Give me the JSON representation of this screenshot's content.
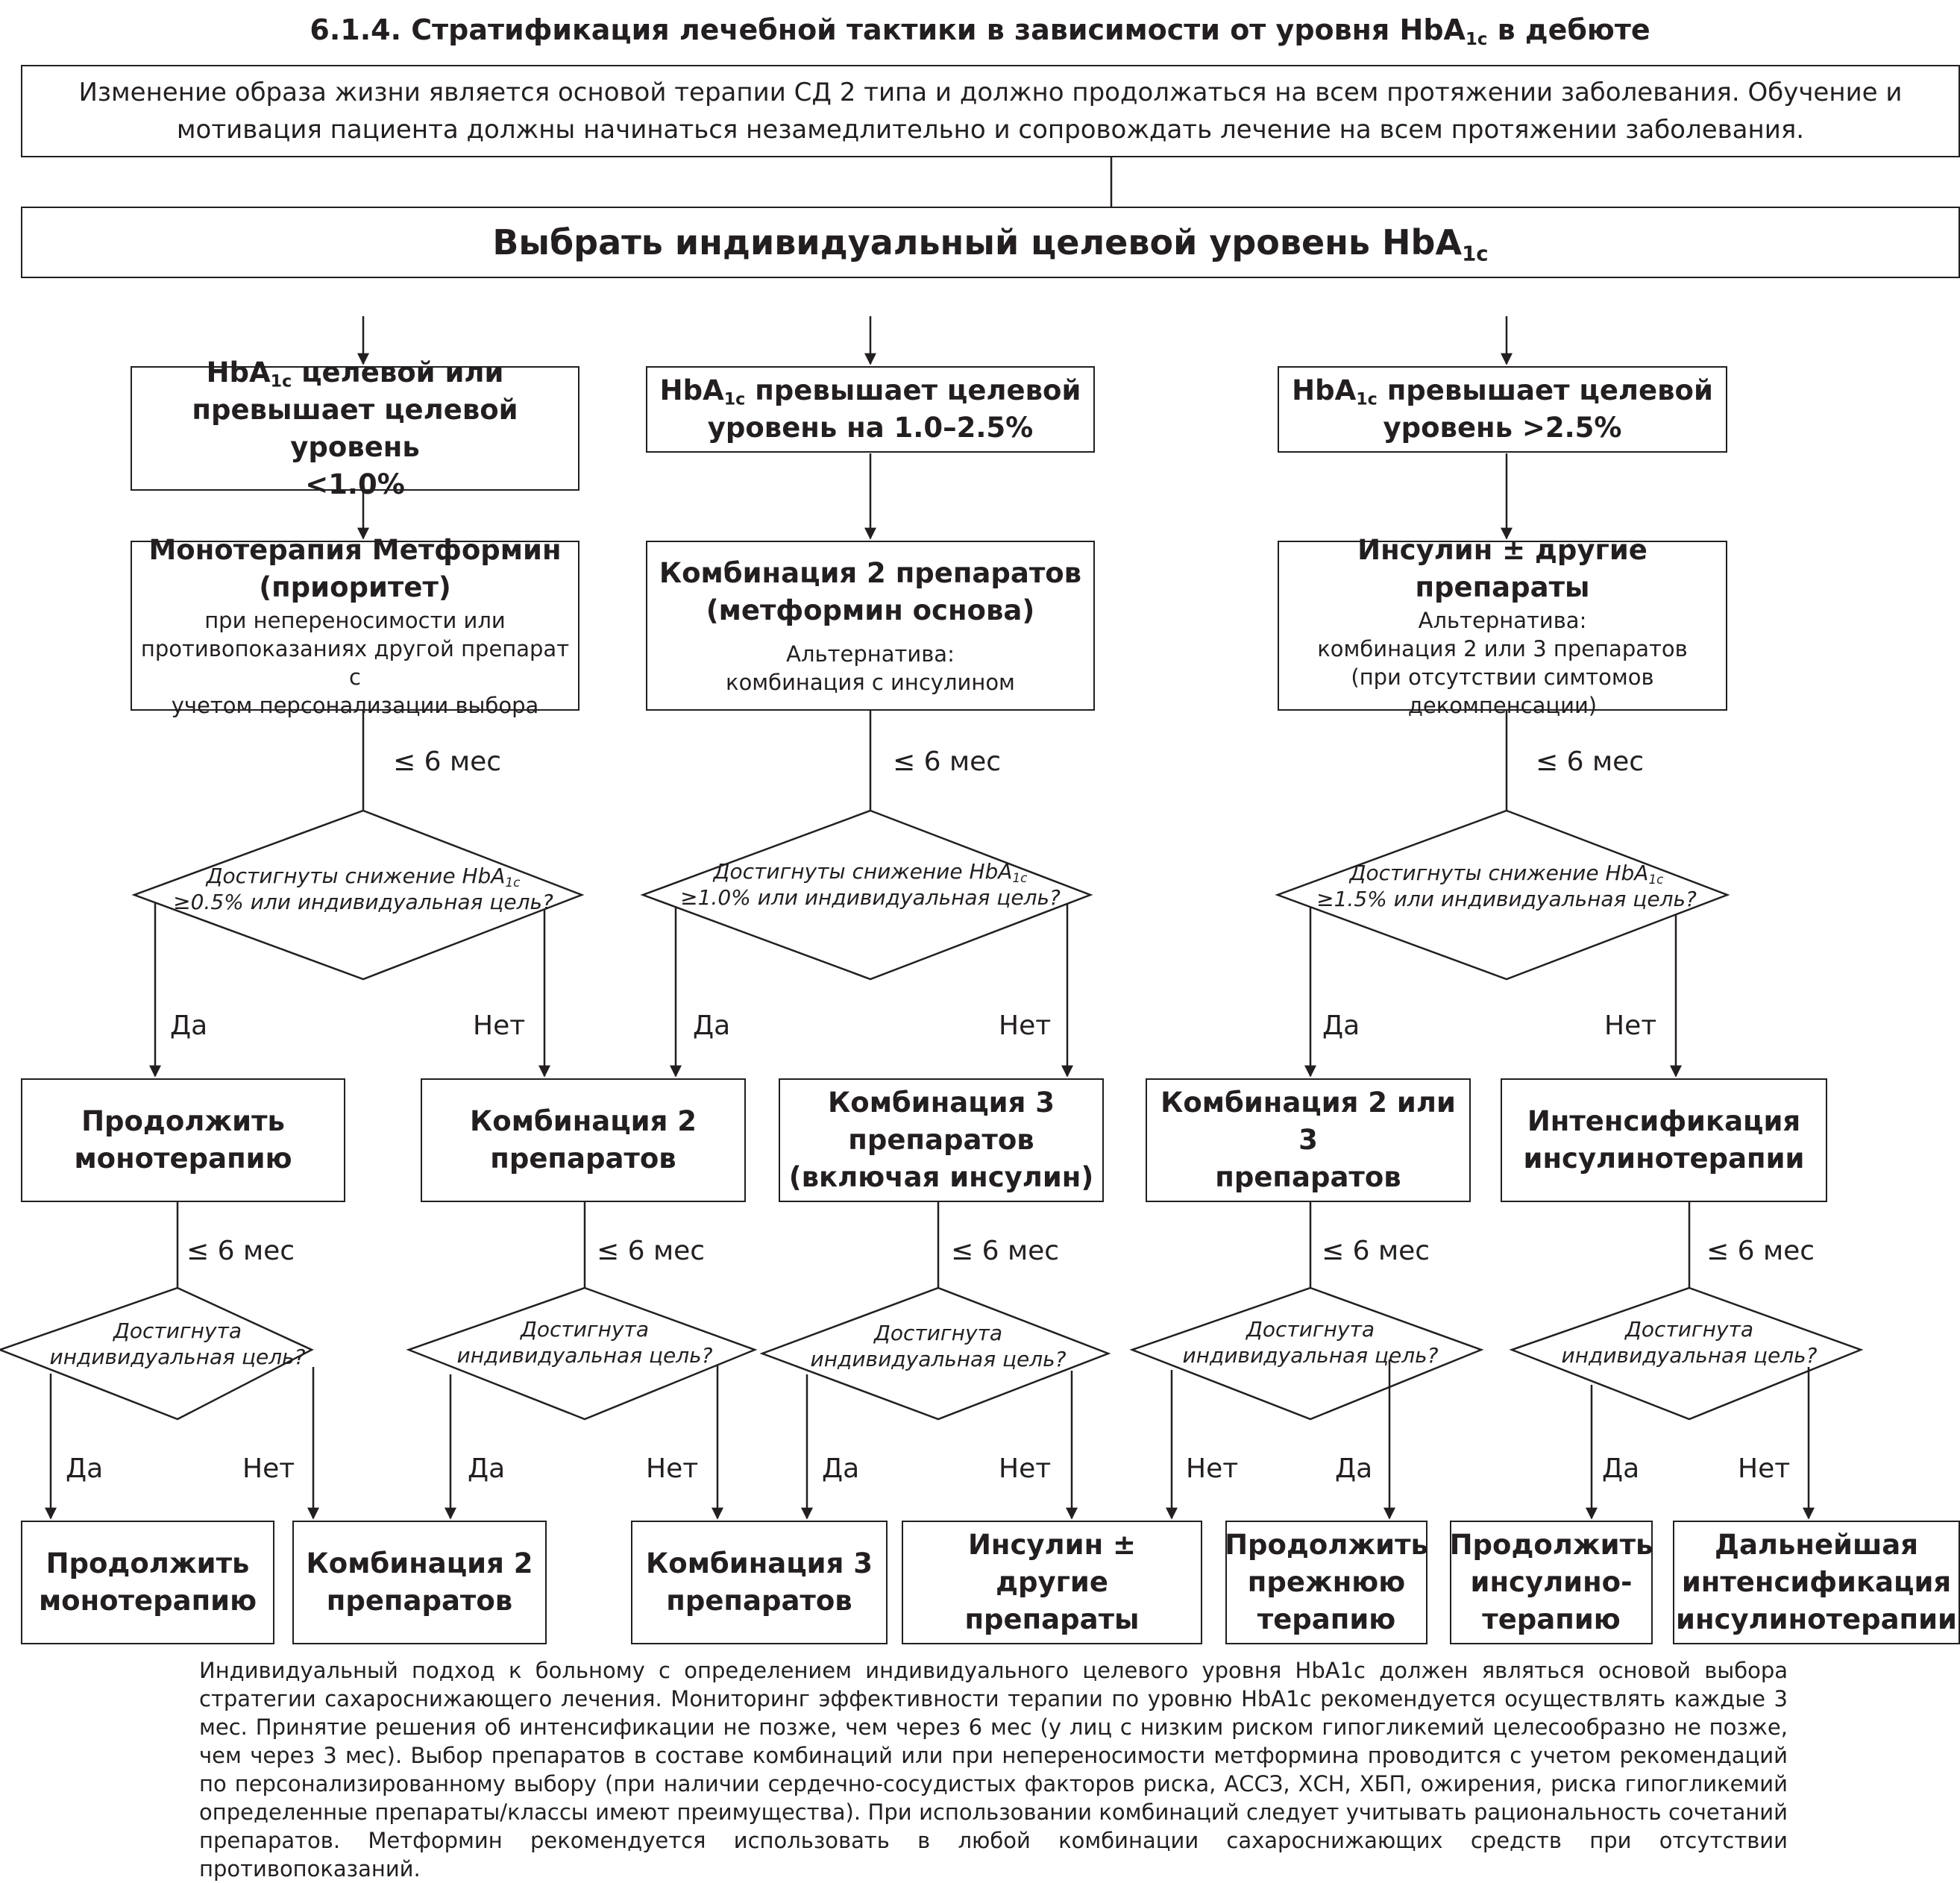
{
  "title": {
    "main": "6.1.4. Стратификация лечебной тактики в зависимости от уровня HbA",
    "sub": "1c",
    "tail": " в дебюте"
  },
  "intro": {
    "line1": "Изменение образа жизни является основой терапии СД 2 типа и должно продолжаться на всем протяжении заболевания. Обучение и",
    "line2": "мотивация пациента должны начинаться незамедлительно и сопровождать лечение на всем протяжении заболевания."
  },
  "target": {
    "main": "Выбрать индивидуальный целевой уровень HbA",
    "sub": "1c"
  },
  "columns": [
    {
      "condition": {
        "line1_pre": "HbA",
        "line1_sub": "1c",
        "line1_post": " целевой или",
        "line2": "превышает целевой уровень",
        "line3": "<1.0%"
      },
      "therapy": {
        "title1": "Монотерапия Метформин",
        "title2": "(приоритет)",
        "sub1": "при непереносимости или",
        "sub2": "противопоказаниях другой препарат с",
        "sub3": "учетом персонализации выбора",
        "sub4": ""
      },
      "interval": "≤ 6 мес",
      "decision": {
        "line1_pre": "Достигнуты снижение HbA",
        "line1_sub": "1c",
        "line2": "≥0.5% или индивидуальная цель?"
      },
      "yes": "Да",
      "no": "Нет"
    },
    {
      "condition": {
        "line1_pre": "HbA",
        "line1_sub": "1c",
        "line1_post": " превышает целевой",
        "line2": "уровень на 1.0–2.5%",
        "line3": ""
      },
      "therapy": {
        "title1": "Комбинация 2 препаратов",
        "title2": "(метформин основа)",
        "sub1": "Альтернатива:",
        "sub2": "комбинация с инсулином",
        "sub3": "",
        "sub4": ""
      },
      "interval": "≤ 6 мес",
      "decision": {
        "line1_pre": "Достигнуты снижение HbA",
        "line1_sub": "1c",
        "line2": "≥1.0% или индивидуальная цель?"
      },
      "yes": "Да",
      "no": "Нет"
    },
    {
      "condition": {
        "line1_pre": "HbA",
        "line1_sub": "1c",
        "line1_post": " превышает целевой",
        "line2": "уровень >2.5%",
        "line3": ""
      },
      "therapy": {
        "title1": "Инсулин ± другие препараты",
        "title2": "",
        "sub1": "Альтернатива:",
        "sub2": "комбинация 2 или 3 препаратов",
        "sub3": "(при отсутствии симтомов",
        "sub4": "декомпенсации)"
      },
      "interval": "≤ 6 мес",
      "decision": {
        "line1_pre": "Достигнуты снижение HbA",
        "line1_sub": "1c",
        "line2": "≥1.5% или индивидуальная цель?"
      },
      "yes": "Да",
      "no": "Нет"
    }
  ],
  "stage2": [
    {
      "line1": "Продолжить",
      "line2": "монотерапию",
      "line3": "",
      "interval": "≤ 6 мес",
      "q1": "Достигнута",
      "q2": "индивидуальная цель?",
      "yes": "Да",
      "no": "Нет"
    },
    {
      "line1": "Комбинация 2",
      "line2": "препаратов",
      "line3": "",
      "interval": "≤ 6 мес",
      "q1": "Достигнута",
      "q2": "индивидуальная цель?",
      "yes": "Да",
      "no": "Нет"
    },
    {
      "line1": "Комбинация 3",
      "line2": "препаратов",
      "line3": "(включая инсулин)",
      "interval": "≤ 6 мес",
      "q1": "Достигнута",
      "q2": "индивидуальная цель?",
      "yes": "Да",
      "no": "Нет"
    },
    {
      "line1": "Комбинация 2 или 3",
      "line2": "препаратов",
      "line3": "",
      "interval": "≤ 6 мес",
      "q1": "Достигнута",
      "q2": "индивидуальная цель?",
      "yes": "Да",
      "no": "Нет"
    },
    {
      "line1": "Интенсификация",
      "line2": "инсулинотерапии",
      "line3": "",
      "interval": "≤ 6 мес",
      "q1": "Достигнута",
      "q2": "индивидуальная цель?",
      "yes": "Да",
      "no": "Нет"
    }
  ],
  "final": [
    {
      "line1": "Продолжить",
      "line2": "монотерапию",
      "line3": ""
    },
    {
      "line1": "Комбинация 2",
      "line2": "препаратов",
      "line3": ""
    },
    {
      "line1": "Комбинация 3",
      "line2": "препаратов",
      "line3": ""
    },
    {
      "line1": "Инсулин ± другие",
      "line2": "препараты",
      "line3": ""
    },
    {
      "line1": "Продолжить",
      "line2": "прежнюю",
      "line3": "терапию"
    },
    {
      "line1": "Продолжить",
      "line2": "инсулино-",
      "line3": "терапию"
    },
    {
      "line1": "Дальнейшая",
      "line2": "интенсификация",
      "line3": "инсулинотерапии"
    }
  ],
  "footer": "Индивидуальный подход к больному с определением индивидуального целевого уровня HbA1c должен являться основой выбора стратегии саха­роснижающего лечения. Мониторинг эффективности терапии по уровню HbA1c рекомендуется осуществлять каждые 3 мес. Принятие решения об интенсификации не позже, чем через 6 мес (у лиц с низким риском гипогликемий целесообразно не позже, чем через 3 мес). Выбор препаратов в составе комбинаций или при непереносимости метформина проводится с учетом рекомендаций по персонализированному выбору (при наличии сердечно-сосудистых факторов риска, АССЗ, ХСН, ХБП, ожирения, риска гипогликемий определенные препараты/классы имеют преимущества). При использовании комбинаций следует учитывать рациональность сочетаний препаратов. Метформин рекомендуется использовать в любой комбинации сахароснижающих средств при отсутствии противопоказаний."
}
